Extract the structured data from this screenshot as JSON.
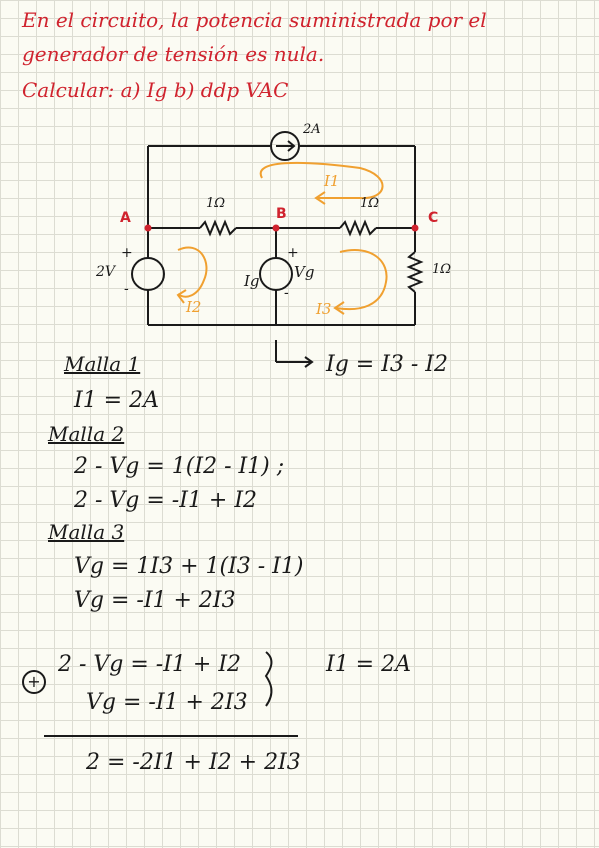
{
  "problem": {
    "line1": "En el circuito, la potencia suministrada por el",
    "line2": "generador de tensión es nula.",
    "line3": "Calcular: a) Ig  b) ddp VAC"
  },
  "circuit": {
    "current_source_top": "2A",
    "resistor_ab": "1Ω",
    "resistor_bc": "1Ω",
    "resistor_right": "1Ω",
    "node_a": "A",
    "node_b": "B",
    "node_c": "C",
    "voltage_source_left": "2V",
    "plus": "+",
    "minus": "-",
    "middle_current": "Ig",
    "middle_voltage": "Vg",
    "loop1": "I1",
    "loop2": "I2",
    "loop3": "I3",
    "ig_relation": "Ig = I3 - I2"
  },
  "work": {
    "malla1_title": "Malla 1",
    "malla1_eq": "I1 = 2A",
    "malla2_title": "Malla 2",
    "malla2_eq1": "2 - Vg = 1(I2 - I1) ;",
    "malla2_eq2": "2 - Vg = -I1 + I2",
    "malla3_title": "Malla 3",
    "malla3_eq1": "Vg = 1I3 + 1(I3 - I1)",
    "malla3_eq2": "Vg = -I1 + 2I3",
    "sum_eq1": "2 - Vg = -I1 + I2",
    "sum_eq2": "Vg = -I1 + 2I3",
    "sum_given": "I1 = 2A",
    "sum_result": "2 = -2I1 + I2 + 2I3"
  },
  "colors": {
    "ink_red": "#d0232e",
    "ink_black": "#1a1a1a",
    "ink_orange": "#f0a030",
    "grid": "#dcdcd2"
  }
}
